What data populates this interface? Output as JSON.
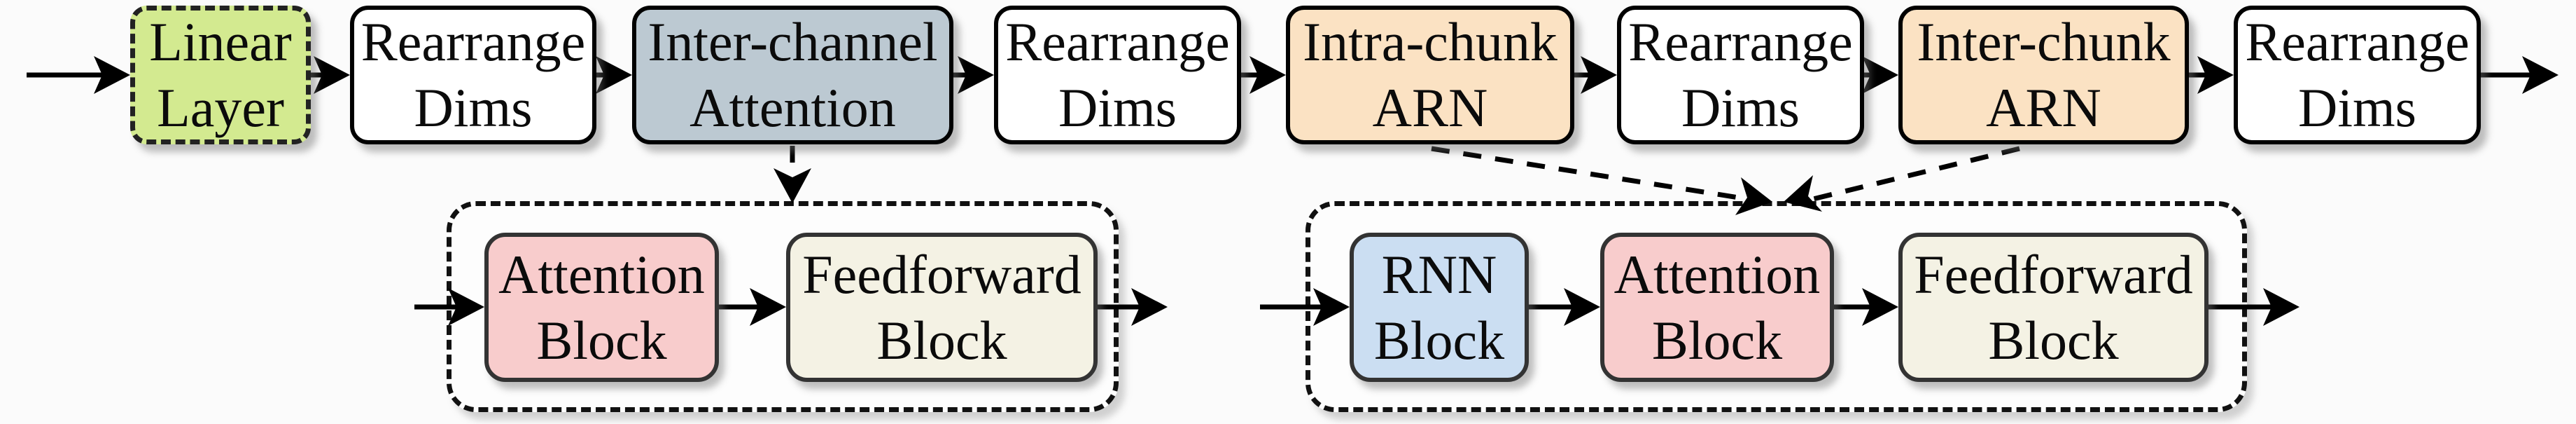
{
  "colors": {
    "linear_layer_fill": "#d3ea90",
    "rearrange_fill": "#ffffff",
    "inter_channel_attention_fill": "#bcc9d2",
    "chunk_arn_fill": "#fbe2c3",
    "attention_block_fill": "#f8cccc",
    "feedforward_block_fill": "#f4f2e4",
    "rnn_block_fill": "#cbdef2",
    "line_color": "#000000"
  },
  "top_row": {
    "boxes": [
      {
        "line1": "Linear",
        "line2": "Layer",
        "fill": "#d3ea90"
      },
      {
        "line1": "Rearrange",
        "line2": "Dims",
        "fill": "#ffffff"
      },
      {
        "line1": "Inter-channel",
        "line2": "Attention",
        "fill": "#bcc9d2"
      },
      {
        "line1": "Rearrange",
        "line2": "Dims",
        "fill": "#ffffff"
      },
      {
        "line1": "Intra-chunk",
        "line2": "ARN",
        "fill": "#fbe2c3"
      },
      {
        "line1": "Rearrange",
        "line2": "Dims",
        "fill": "#ffffff"
      },
      {
        "line1": "Inter-chunk",
        "line2": "ARN",
        "fill": "#fbe2c3"
      },
      {
        "line1": "Rearrange",
        "line2": "Dims",
        "fill": "#ffffff"
      }
    ]
  },
  "attention_detail_panel": {
    "blocks": [
      {
        "line1": "Attention",
        "line2": "Block",
        "fill": "#f8cccc"
      },
      {
        "line1": "Feedforward",
        "line2": "Block",
        "fill": "#f4f2e4"
      }
    ]
  },
  "arn_detail_panel": {
    "blocks": [
      {
        "line1": "RNN",
        "line2": "Block",
        "fill": "#cbdef2"
      },
      {
        "line1": "Attention",
        "line2": "Block",
        "fill": "#f8cccc"
      },
      {
        "line1": "Feedforward",
        "line2": "Block",
        "fill": "#f4f2e4"
      }
    ]
  }
}
